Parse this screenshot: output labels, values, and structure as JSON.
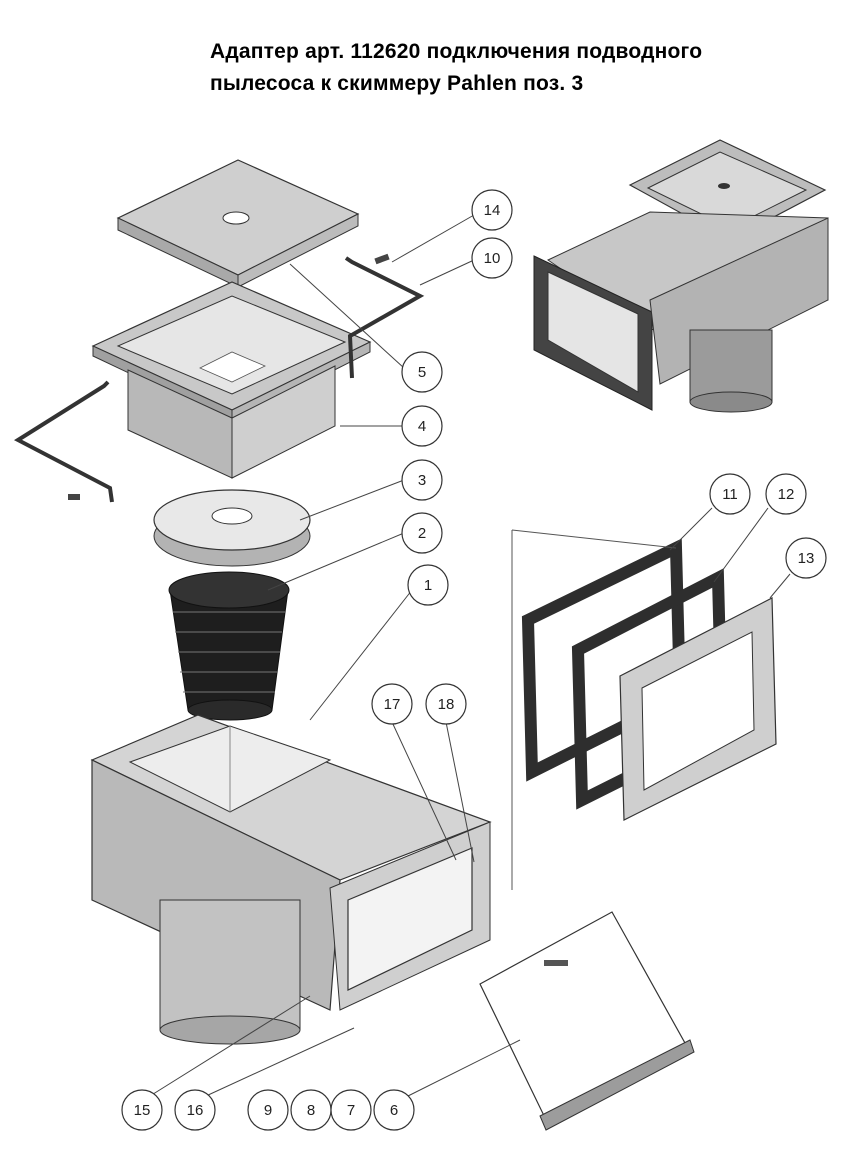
{
  "title": {
    "line1": "Адаптер арт. 112620 подключения подводного",
    "line2": "пылесоса к скиммеру Pahlen  поз. 3"
  },
  "callouts": [
    {
      "id": "c14",
      "label": "14"
    },
    {
      "id": "c10",
      "label": "10"
    },
    {
      "id": "c5",
      "label": "5"
    },
    {
      "id": "c4",
      "label": "4"
    },
    {
      "id": "c3",
      "label": "3"
    },
    {
      "id": "c2",
      "label": "2"
    },
    {
      "id": "c1",
      "label": "1"
    },
    {
      "id": "c11",
      "label": "11"
    },
    {
      "id": "c12",
      "label": "12"
    },
    {
      "id": "c13",
      "label": "13"
    },
    {
      "id": "c17",
      "label": "17"
    },
    {
      "id": "c18",
      "label": "18"
    },
    {
      "id": "c15",
      "label": "15"
    },
    {
      "id": "c16",
      "label": "16"
    },
    {
      "id": "c9",
      "label": "9"
    },
    {
      "id": "c8",
      "label": "8"
    },
    {
      "id": "c7",
      "label": "7"
    },
    {
      "id": "c6",
      "label": "6"
    }
  ],
  "colors": {
    "part_light": "#d9d9d9",
    "part_mid": "#bdbdbd",
    "part_dark": "#8e8e8e",
    "gasket": "#2e2e2e",
    "outline": "#333333"
  }
}
